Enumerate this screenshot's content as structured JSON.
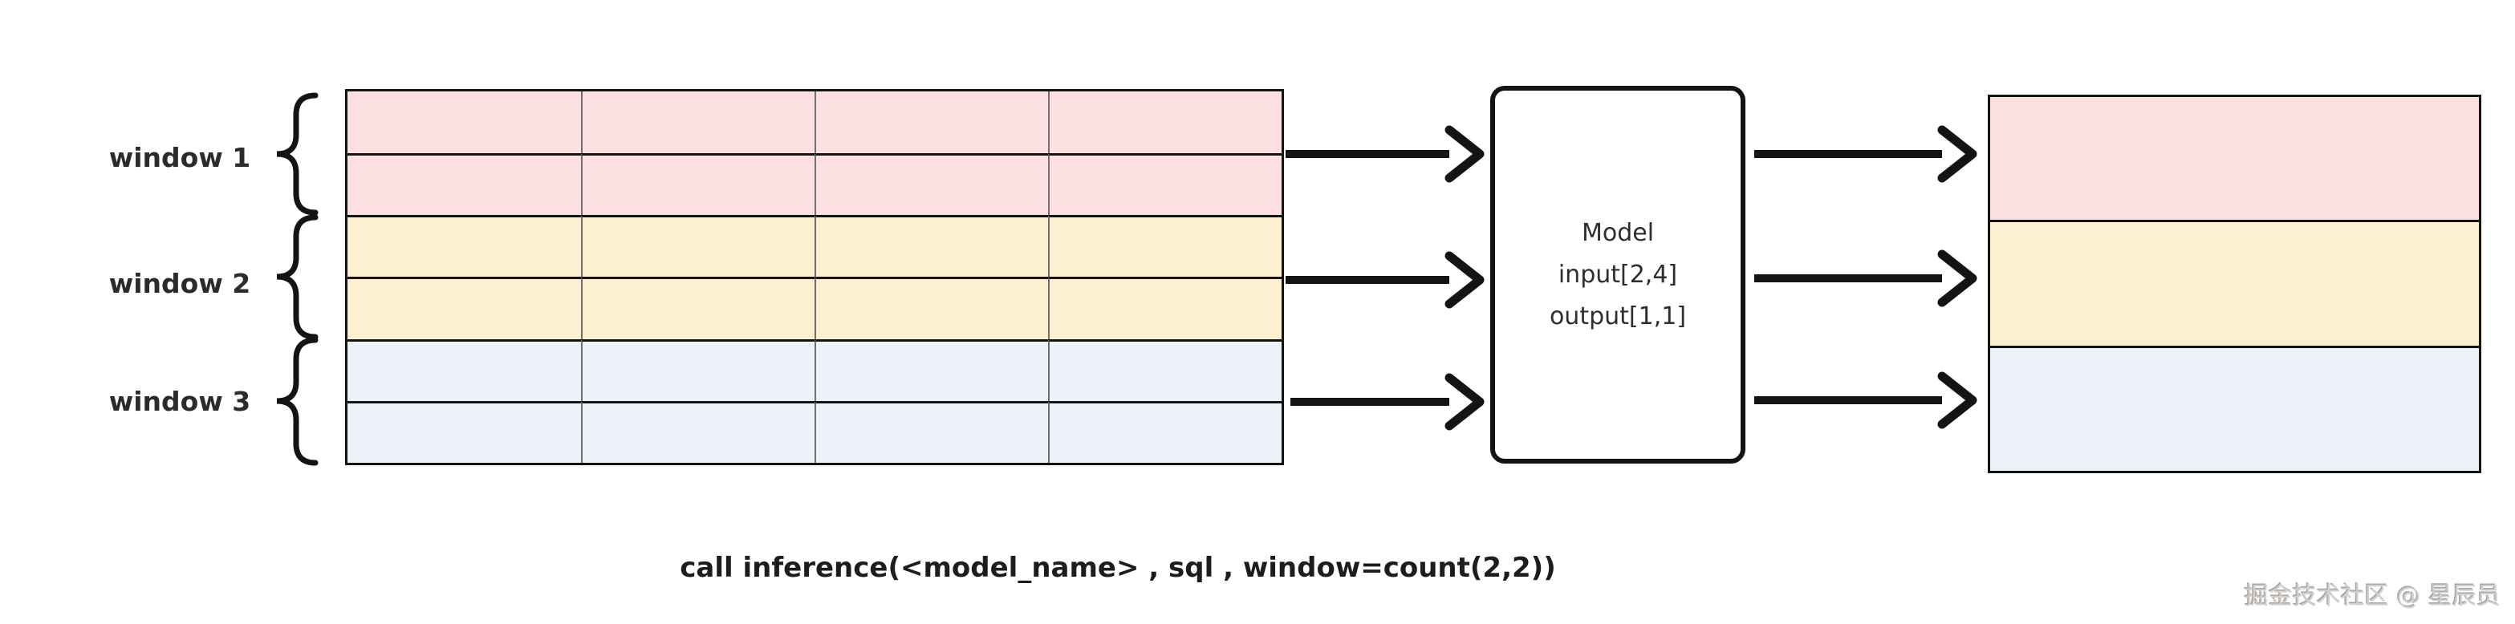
{
  "windows": [
    {
      "label": "window 1"
    },
    {
      "label": "window 2"
    },
    {
      "label": "window 3"
    }
  ],
  "grid": {
    "rows": 6,
    "cols": 4,
    "row_colors": [
      "pink",
      "pink",
      "cream",
      "cream",
      "blue",
      "blue"
    ]
  },
  "model_box": {
    "line1": "Model",
    "line2": "input[2,4]",
    "line3": "output[1,1]"
  },
  "output_bands": [
    "pink",
    "cream",
    "blue"
  ],
  "caption": "call inference(<model_name> , sql , window=count(2,2))",
  "watermark": "掘金技术社区 @ 星辰员",
  "colors": {
    "pink": "#fde0e2",
    "cream": "#fcf0d0",
    "blue": "#edf1f8",
    "line": "#141414",
    "grid-line": "#6e6e6e",
    "label": "#2b2b2b",
    "model-text": "#2e2e2e",
    "caption": "#1d1d1d",
    "watermark": "#d3cfcc"
  }
}
